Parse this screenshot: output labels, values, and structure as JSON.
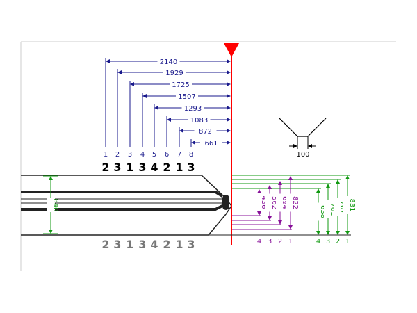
{
  "colors": {
    "reference": "#ff0000",
    "top_dims": "#1a1a8c",
    "green": "#119911",
    "purple": "#881199",
    "hull": "#222222",
    "frame": "#cccccc"
  },
  "top_dimensions": [
    {
      "index": "1",
      "value": "2140"
    },
    {
      "index": "2",
      "value": "1929"
    },
    {
      "index": "3",
      "value": "1725"
    },
    {
      "index": "4",
      "value": "1507"
    },
    {
      "index": "5",
      "value": "1293"
    },
    {
      "index": "6",
      "value": "1083"
    },
    {
      "index": "7",
      "value": "872"
    },
    {
      "index": "8",
      "value": "661"
    }
  ],
  "top_sequence": [
    "2",
    "3",
    "1",
    "3",
    "4",
    "2",
    "1",
    "3"
  ],
  "bottom_sequence": [
    "2",
    "3",
    "1",
    "3",
    "4",
    "2",
    "1",
    "3"
  ],
  "hull_height": "840",
  "v_width": "100",
  "purple_dimensions": [
    {
      "index": "4",
      "value": "436"
    },
    {
      "index": "3",
      "value": "562"
    },
    {
      "index": "2",
      "value": "694"
    },
    {
      "index": "1",
      "value": "822"
    }
  ],
  "green_dimensions": [
    {
      "index": "4",
      "value": "638"
    },
    {
      "index": "3",
      "value": "701"
    },
    {
      "index": "2",
      "value": "767"
    },
    {
      "index": "1",
      "value": "831"
    }
  ]
}
